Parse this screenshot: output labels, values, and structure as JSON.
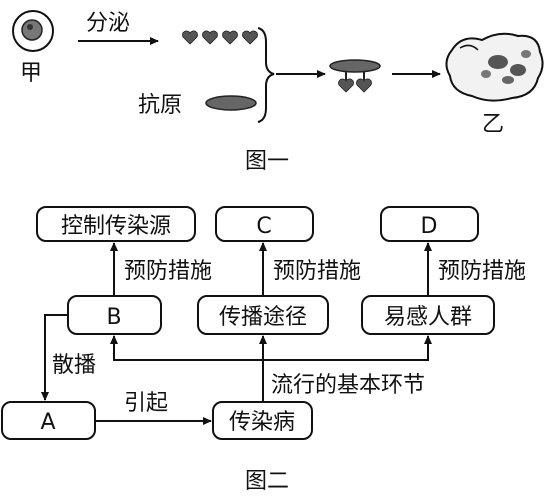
{
  "figure1": {
    "cell_label": "甲",
    "secrete_label": "分泌",
    "antigen_label": "抗原",
    "result_label": "乙",
    "caption": "图一"
  },
  "figure2": {
    "boxes": {
      "control_source": "控制传染源",
      "c": "C",
      "d": "D",
      "b": "B",
      "route": "传播途径",
      "susceptible": "易感人群",
      "a": "A",
      "disease": "传染病"
    },
    "prevent_labels": [
      "预防措施",
      "预防措施",
      "预防措施"
    ],
    "spread_label": "散播",
    "cause_label": "引起",
    "links_label": "流行的基本环节",
    "caption": "图二"
  }
}
